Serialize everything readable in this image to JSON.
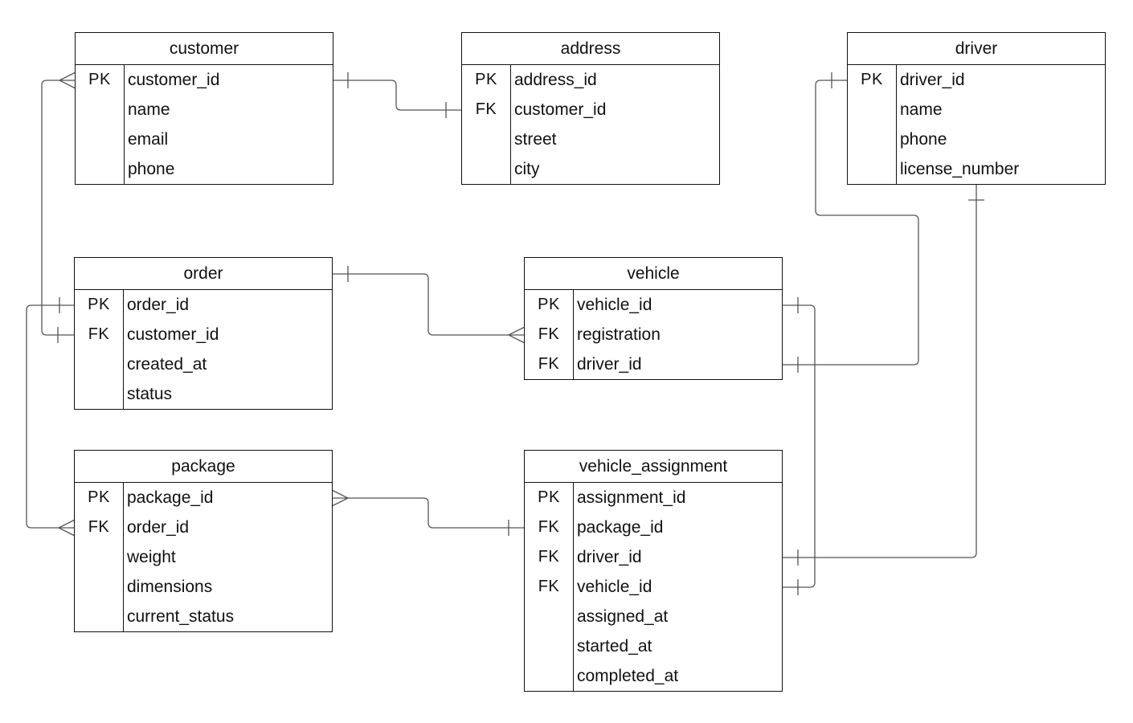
{
  "entities": {
    "customer": {
      "name": "customer",
      "rows": [
        {
          "key": "PK",
          "field": "customer_id"
        },
        {
          "key": "",
          "field": "name"
        },
        {
          "key": "",
          "field": "email"
        },
        {
          "key": "",
          "field": "phone"
        }
      ]
    },
    "address": {
      "name": "address",
      "rows": [
        {
          "key": "PK",
          "field": "address_id"
        },
        {
          "key": "FK",
          "field": "customer_id"
        },
        {
          "key": "",
          "field": "street"
        },
        {
          "key": "",
          "field": "city"
        }
      ]
    },
    "driver": {
      "name": "driver",
      "rows": [
        {
          "key": "PK",
          "field": "driver_id"
        },
        {
          "key": "",
          "field": "name"
        },
        {
          "key": "",
          "field": "phone"
        },
        {
          "key": "",
          "field": "license_number"
        }
      ]
    },
    "order": {
      "name": "order",
      "rows": [
        {
          "key": "PK",
          "field": "order_id"
        },
        {
          "key": "FK",
          "field": "customer_id"
        },
        {
          "key": "",
          "field": "created_at"
        },
        {
          "key": "",
          "field": "status"
        }
      ]
    },
    "vehicle": {
      "name": "vehicle",
      "rows": [
        {
          "key": "PK",
          "field": "vehicle_id"
        },
        {
          "key": "FK",
          "field": "registration"
        },
        {
          "key": "FK",
          "field": "driver_id"
        }
      ]
    },
    "package": {
      "name": "package",
      "rows": [
        {
          "key": "PK",
          "field": "package_id"
        },
        {
          "key": "FK",
          "field": "order_id"
        },
        {
          "key": "",
          "field": "weight"
        },
        {
          "key": "",
          "field": "dimensions"
        },
        {
          "key": "",
          "field": "current_status"
        }
      ]
    },
    "vehicle_assignment": {
      "name": "vehicle_assignment",
      "rows": [
        {
          "key": "PK",
          "field": "assignment_id"
        },
        {
          "key": "FK",
          "field": "package_id"
        },
        {
          "key": "FK",
          "field": "driver_id"
        },
        {
          "key": "FK",
          "field": "vehicle_id"
        },
        {
          "key": "",
          "field": "assigned_at"
        },
        {
          "key": "",
          "field": "started_at"
        },
        {
          "key": "",
          "field": "completed_at"
        }
      ]
    }
  },
  "relationships": [
    {
      "from": "customer.customer_id",
      "from_card": "one",
      "to": "address.customer_id",
      "to_card": "one"
    },
    {
      "from": "customer.customer_id",
      "from_card": "many",
      "to": "order.customer_id",
      "to_card": "one"
    },
    {
      "from": "order.order_id",
      "from_card": "one",
      "to": "package.order_id",
      "to_card": "many"
    },
    {
      "from": "order",
      "from_card": "one",
      "to": "vehicle.registration",
      "to_card": "many"
    },
    {
      "from": "driver.driver_id",
      "from_card": "one",
      "to": "vehicle.driver_id",
      "to_card": "one"
    },
    {
      "from": "driver",
      "from_card": "one",
      "to": "vehicle_assignment.driver_id",
      "to_card": "one"
    },
    {
      "from": "vehicle.vehicle_id",
      "from_card": "one",
      "to": "vehicle_assignment.vehicle_id",
      "to_card": "one"
    },
    {
      "from": "package.package_id",
      "from_card": "many",
      "to": "vehicle_assignment.package_id",
      "to_card": "one"
    }
  ],
  "colors": {
    "entity_border": "#111111",
    "connector": "#555555",
    "background": "#ffffff"
  }
}
